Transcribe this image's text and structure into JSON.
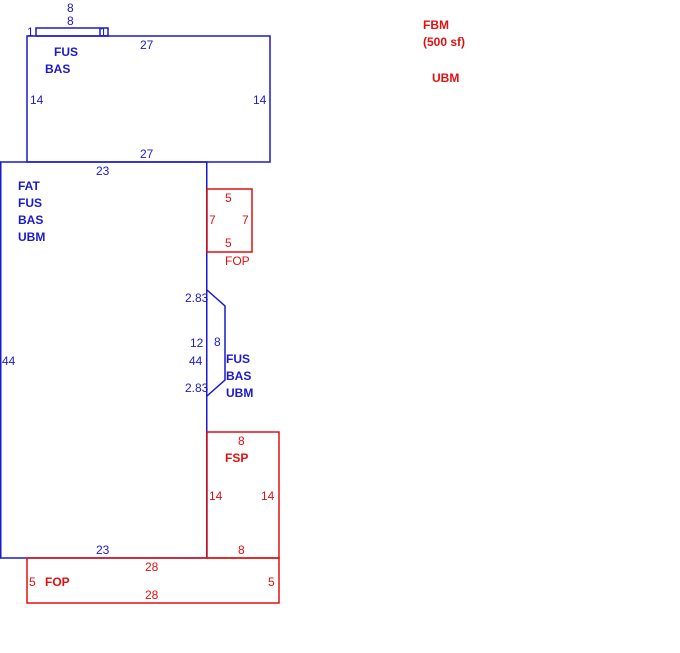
{
  "colors": {
    "blue": "#1a1acc",
    "red": "#e01010"
  },
  "legend": {
    "fbm": "FBM",
    "fbm_area": "(500 sf)",
    "ubm": "UBM"
  },
  "chimney": {
    "top1": "8",
    "top2": "8",
    "left": "1",
    "right": "1"
  },
  "upper": {
    "top": "27",
    "bottom": "27",
    "left": "14",
    "right": "14",
    "codes": [
      "FUS",
      "BAS"
    ]
  },
  "main": {
    "top": "23",
    "bottom": "23",
    "left": "44",
    "right": "44",
    "inner": "12",
    "codes": [
      "FAT",
      "FUS",
      "BAS",
      "UBM"
    ]
  },
  "fop_small": {
    "top": "5",
    "bottom": "5",
    "left": "7",
    "right": "7",
    "code": "FOP"
  },
  "bay": {
    "diag_top": "2.83",
    "diag_bottom": "2.83",
    "side": "8",
    "codes": [
      "FUS",
      "BAS",
      "UBM"
    ]
  },
  "fsp": {
    "top": "8",
    "bottom": "8",
    "left": "14",
    "right": "14",
    "code": "FSP"
  },
  "fop_bottom": {
    "top": "28",
    "bottom": "28",
    "left": "5",
    "right": "5",
    "code": "FOP"
  }
}
